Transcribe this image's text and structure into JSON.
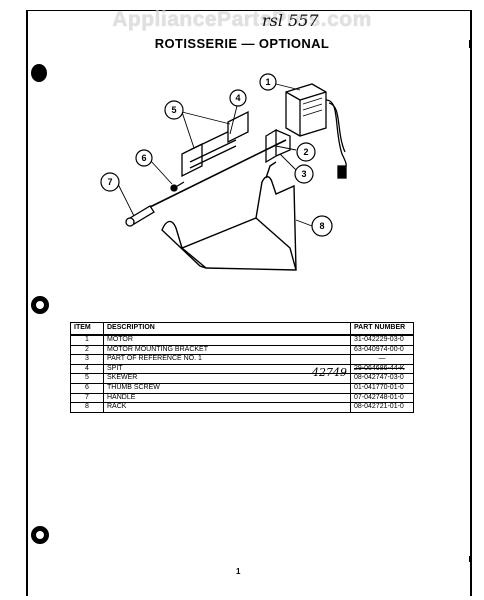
{
  "page": {
    "watermark": "AppliancePartsPros.com",
    "handwritten_top": "rsl 557",
    "title": "ROTISSERIE — OPTIONAL",
    "page_number": "1",
    "handwritten_note": "42749"
  },
  "diagram": {
    "callouts": [
      "1",
      "2",
      "3",
      "4",
      "5",
      "6",
      "7",
      "8"
    ]
  },
  "table": {
    "headers": {
      "item": "ITEM",
      "description": "DESCRIPTION",
      "part_number": "PART NUMBER"
    },
    "rows": [
      {
        "item": "1",
        "description": "MOTOR",
        "part_number": "31-042229-03-0"
      },
      {
        "item": "2",
        "description": "MOTOR MOUNTING BRACKET",
        "part_number": "63-040974-00-0"
      },
      {
        "item": "3",
        "description": "PART OF REFERENCE NO. 1",
        "part_number": "—"
      },
      {
        "item": "4",
        "description": "SPIT",
        "part_number": "29-064686-44-K"
      },
      {
        "item": "5",
        "description": "SKEWER",
        "part_number": "08-042747-03-0"
      },
      {
        "item": "6",
        "description": "THUMB SCREW",
        "part_number": "01-041770-01-0"
      },
      {
        "item": "7",
        "description": "HANDLE",
        "part_number": "07-042748-01-0"
      },
      {
        "item": "8",
        "description": "RACK",
        "part_number": "08-042721-01-0"
      }
    ]
  }
}
